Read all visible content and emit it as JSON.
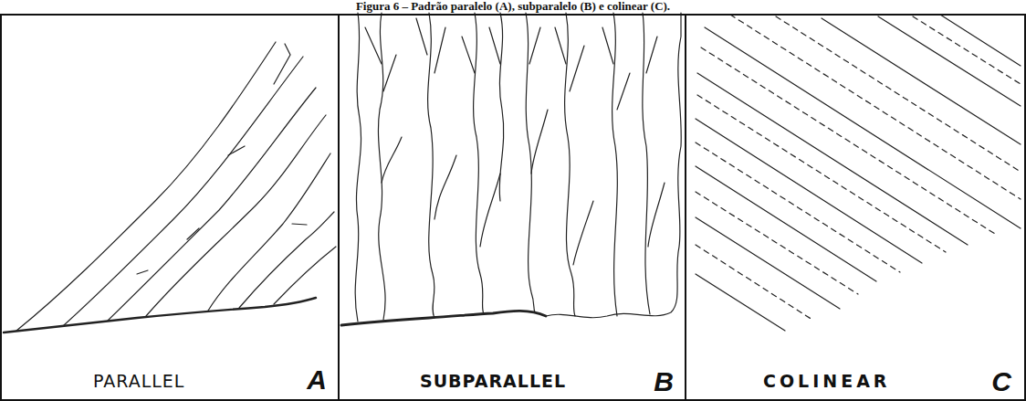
{
  "diagram": {
    "title": "Figura 6 – Padrão paralelo (A), subparalelo (B) e colinear (C).",
    "nodes": [
      {
        "text": [
          "PARALLEL",
          "A"
        ]
      },
      {
        "text": [
          "SUBPARALLEL",
          "B"
        ]
      },
      {
        "text": [
          "COLINEAR",
          "C"
        ]
      }
    ]
  }
}
